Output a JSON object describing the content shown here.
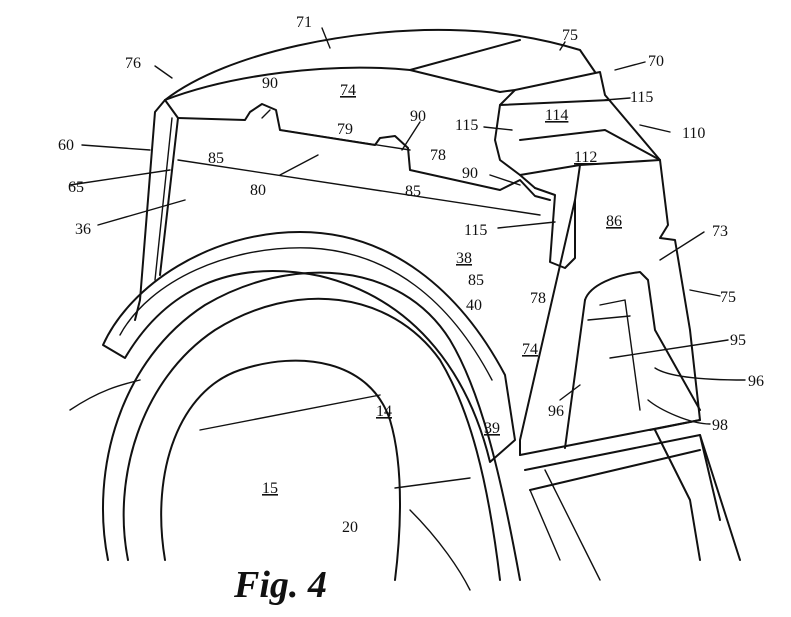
{
  "caption": "Fig. 4",
  "labels": [
    "71",
    "75",
    "76",
    "70",
    "74",
    "90",
    "115",
    "114",
    "90",
    "115",
    "110",
    "60",
    "79",
    "85",
    "112",
    "78",
    "90",
    "80",
    "65",
    "85",
    "86",
    "36",
    "115",
    "73",
    "38",
    "85",
    "75",
    "78",
    "40",
    "95",
    "74",
    "96",
    "96",
    "14",
    "98",
    "39",
    "15",
    "20"
  ]
}
